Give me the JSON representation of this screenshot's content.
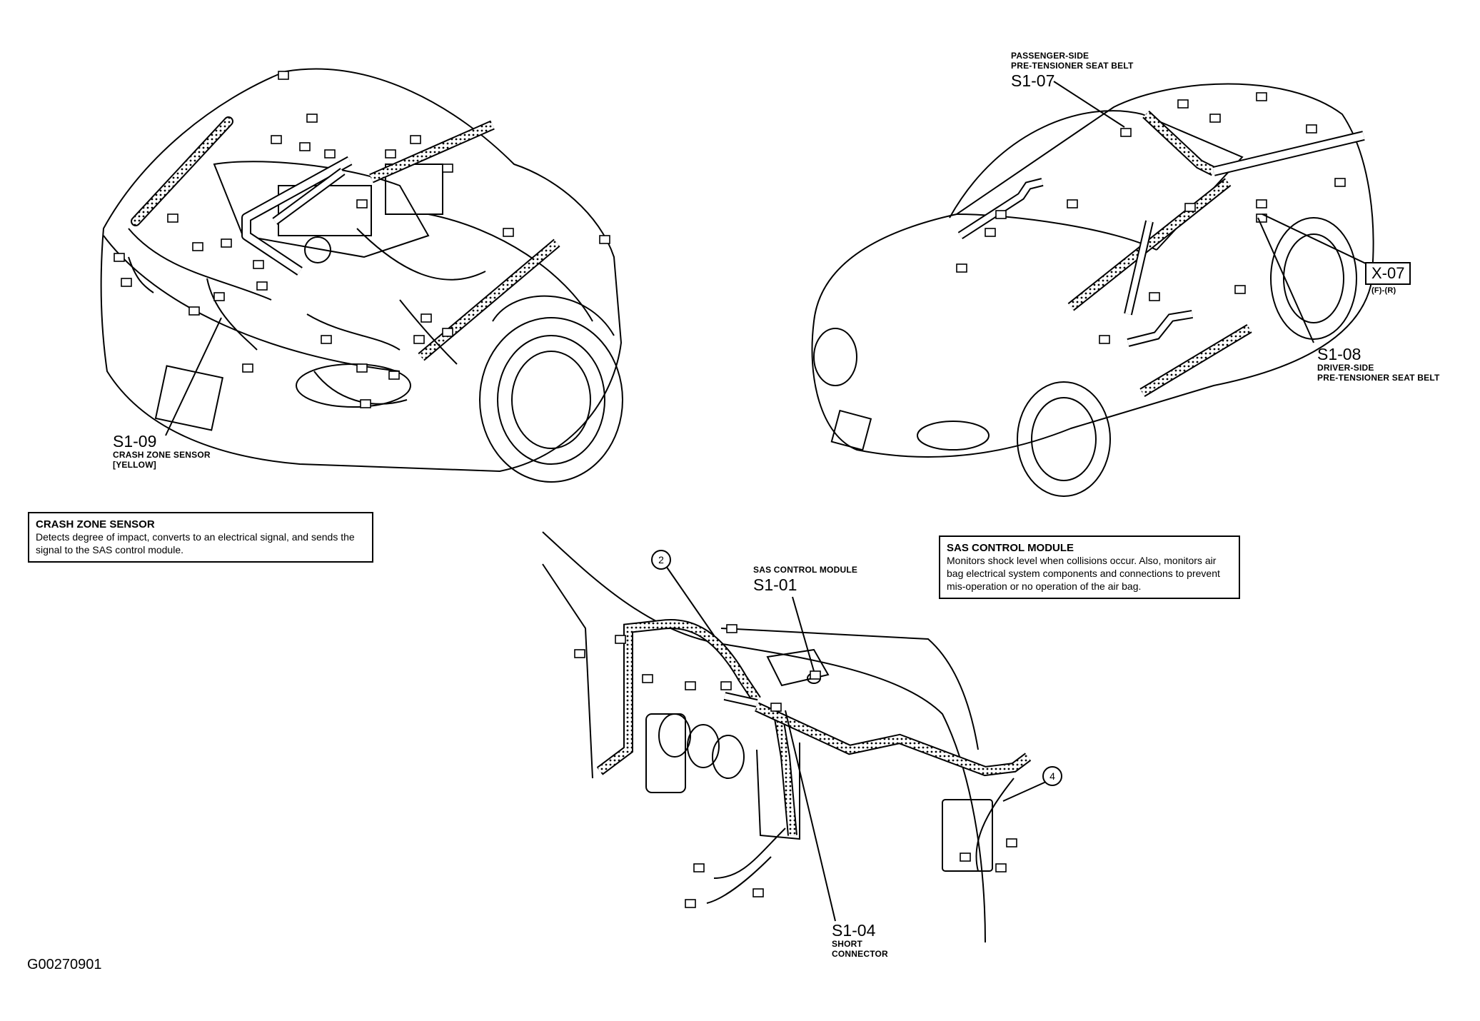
{
  "labels": {
    "s1_09": {
      "code": "S1-09",
      "line1": "CRASH ZONE SENSOR",
      "line2": "[YELLOW]"
    },
    "s1_07": {
      "line1": "PASSENGER-SIDE",
      "line2": "PRE-TENSIONER SEAT BELT",
      "code": "S1-07"
    },
    "x_07": {
      "code": "X-07",
      "sub": "(F)-(R)"
    },
    "s1_08": {
      "code": "S1-08",
      "line1": "DRIVER-SIDE",
      "line2": "PRE-TENSIONER SEAT BELT"
    },
    "s1_01": {
      "line1": "SAS CONTROL MODULE",
      "code": "S1-01"
    },
    "s1_04": {
      "code": "S1-04",
      "line1": "SHORT",
      "line2": "CONNECTOR"
    }
  },
  "callouts": {
    "c2": "2",
    "c4": "4"
  },
  "info_boxes": {
    "crash_zone": {
      "title": "CRASH ZONE SENSOR",
      "body": "Detects degree of impact, converts to an electrical signal, and sends the signal to the SAS control module."
    },
    "sas_module": {
      "title": "SAS CONTROL MODULE",
      "body": "Monitors shock level when collisions occur. Also, monitors air bag electrical system components and connections to prevent mis-operation or no operation of the air bag."
    }
  },
  "figure_id": "G00270901"
}
